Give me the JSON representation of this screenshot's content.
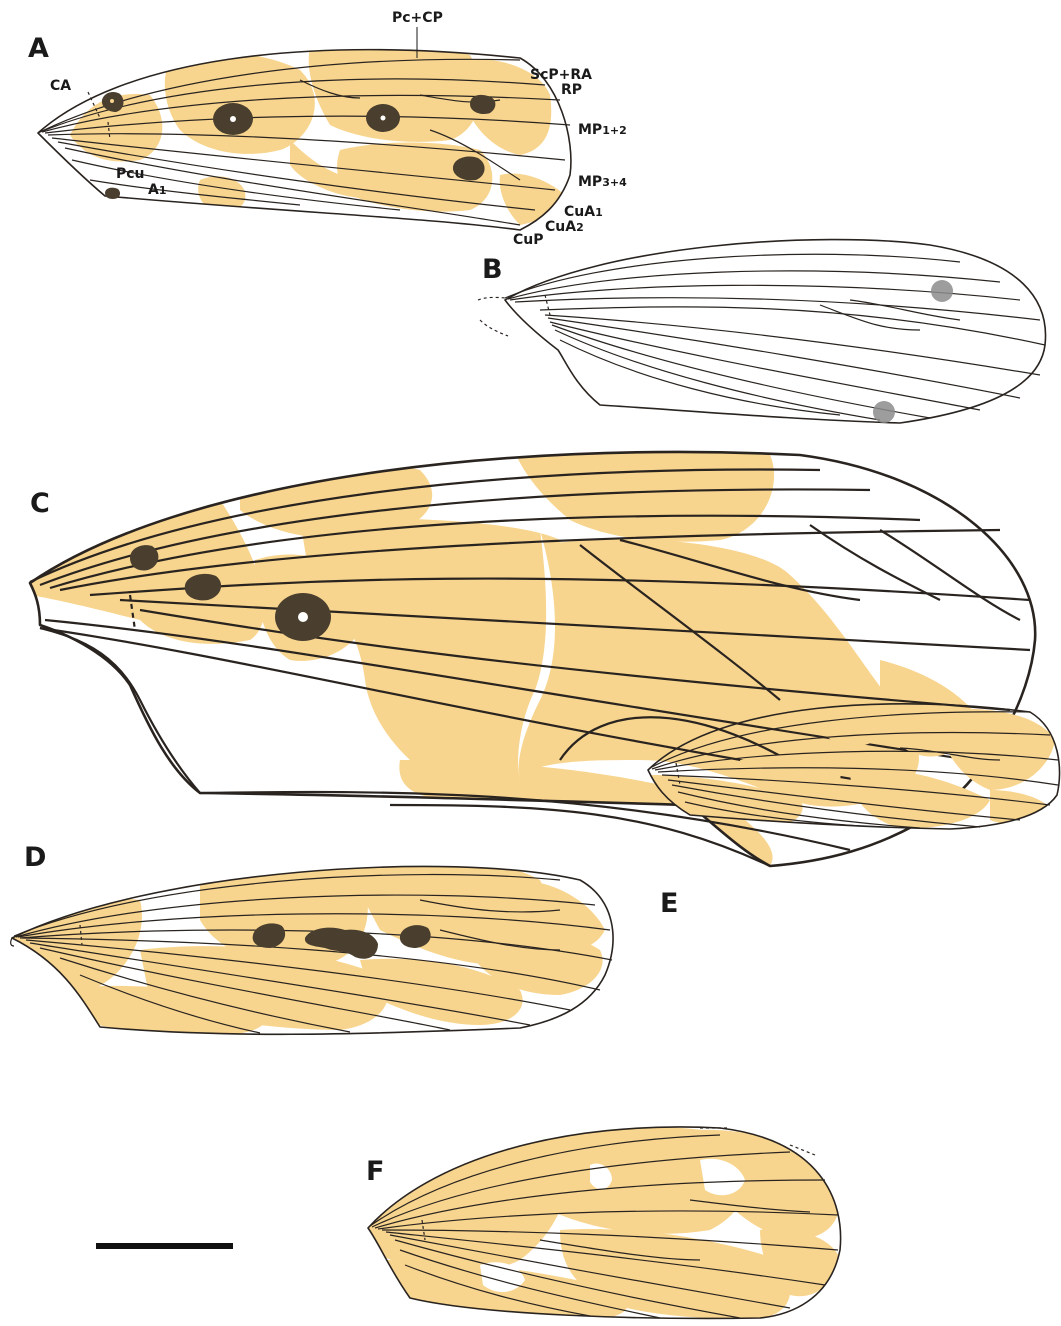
{
  "colors": {
    "pattern_fill": "#f8d58e",
    "spot": "#4a3f2e",
    "grey_spot": "#8c8c8c",
    "vein": "#2a2420",
    "scale_bar": "#111111"
  },
  "panels": {
    "a": "A",
    "b": "B",
    "c": "C",
    "d": "D",
    "e": "E",
    "f": "F"
  },
  "vein_labels": {
    "pc_cp": "Pc+CP",
    "ca": "CA",
    "scp_ra": "ScP+RA",
    "rp": "RP",
    "mp12_base": "MP",
    "mp12_sub": "1+2",
    "pcu": "Pcu",
    "a1_base": "A",
    "a1_sub": "1",
    "mp34_base": "MP",
    "mp34_sub": "3+4",
    "cua1_base": "CuA",
    "cua1_sub": "1",
    "cua2_base": "CuA",
    "cua2_sub": "2",
    "cup": "CuP"
  }
}
